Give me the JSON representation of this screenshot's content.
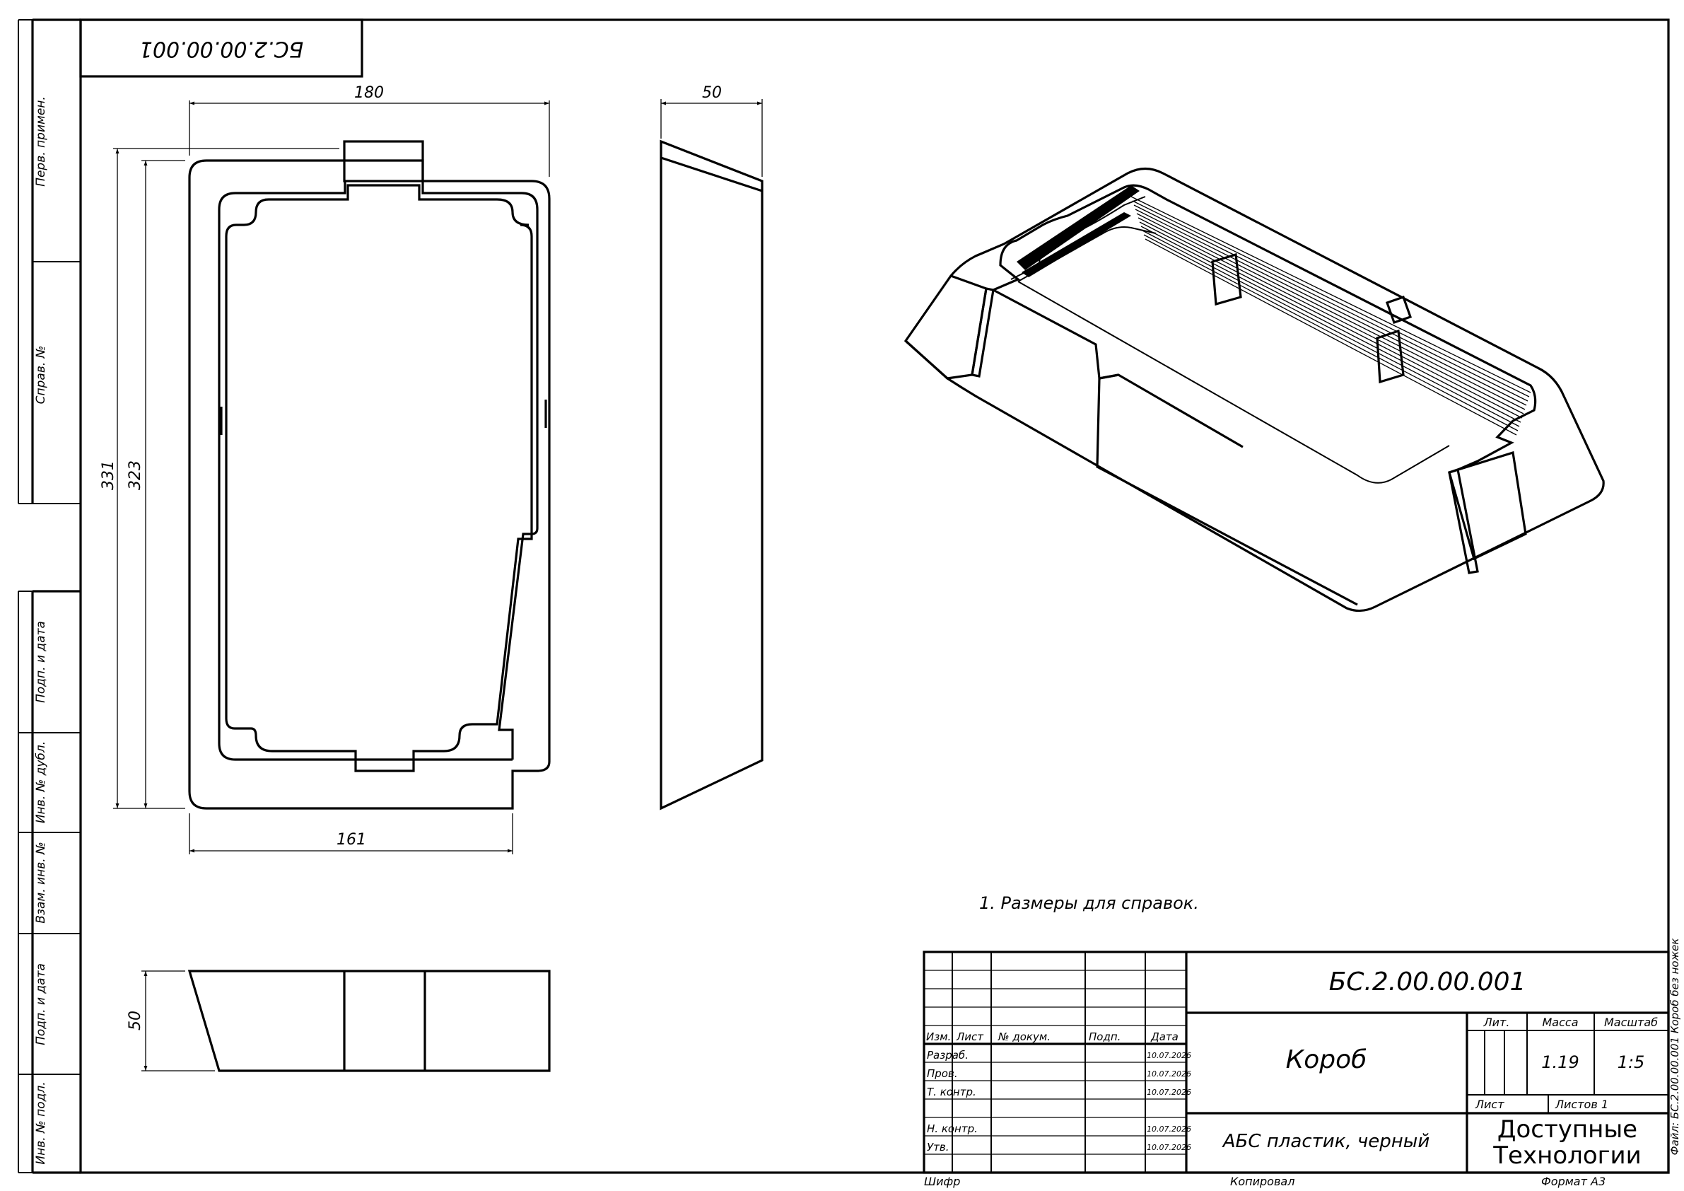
{
  "stamp_mirrored": "БС.2.00.00.001",
  "margin_labels": {
    "perv_primen": "Перв. примен.",
    "sprav_no": "Справ. №",
    "podp_i_data_1": "Подп. и дата",
    "inv_no_dubl": "Инв. № дубл.",
    "vzam_inv_no": "Взам. инв. №",
    "podp_i_data_2": "Подп. и дата",
    "inv_no_podl": "Инв. № подл."
  },
  "dimensions": {
    "width_top": "180",
    "depth_side": "50",
    "height_outer": "331",
    "height_inner": "323",
    "width_bottom": "161",
    "height_bottom_view": "50"
  },
  "note": "1. Размеры для справок.",
  "title_block": {
    "designation": "БС.2.00.00.001",
    "name": "Короб",
    "material": "АБС пластик, черный",
    "company_line1": "Доступные",
    "company_line2": "Технологии",
    "lit_header": "Лит.",
    "mass_header": "Масса",
    "scale_header": "Масштаб",
    "mass_value": "1.19",
    "scale_value": "1:5",
    "sheet_label": "Лист",
    "sheets_label": "Листов 1",
    "col_izm": "Изм.",
    "col_list": "Лист",
    "col_doc": "№ докум.",
    "col_podp": "Подп.",
    "col_data": "Дата",
    "roles": [
      {
        "role": "Разраб.",
        "date": "10.07.2026"
      },
      {
        "role": "Пров.",
        "date": "10.07.2026"
      },
      {
        "role": "Т. контр.",
        "date": "10.07.2026"
      },
      {
        "role": "",
        "date": ""
      },
      {
        "role": "Н. контр.",
        "date": "10.07.2026"
      },
      {
        "role": "Утв.",
        "date": "10.07.2026"
      }
    ]
  },
  "bottom_labels": {
    "shifr": "Шифр",
    "kopiroval": "Копировал",
    "format": "Формат A3"
  },
  "file_label": "Файл: БС.2.00.00.001 Короб без ножек"
}
